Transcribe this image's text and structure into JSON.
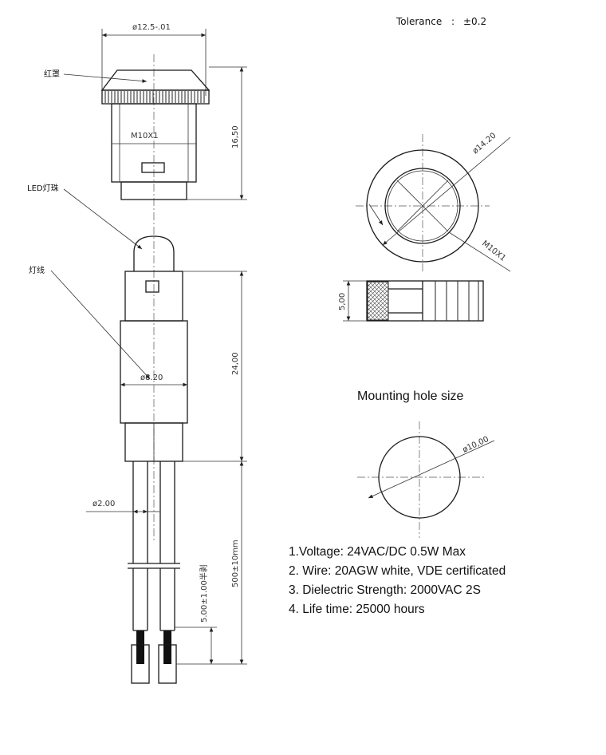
{
  "tolerance": {
    "label": "Tolerance",
    "sep": ":",
    "value": "±0.2"
  },
  "labels": {
    "red_cover": "红罩",
    "led_bead": "LED灯珠",
    "lamp_wire": "灯线"
  },
  "dimensions": {
    "top_width": "ø12.5-.01",
    "thread": "M10X1",
    "cap_height": "16,50",
    "body_dia": "ø8.20",
    "body_len": "24,00",
    "wire_dia": "ø2.00",
    "wire_len": "500±10mm",
    "strip_len": "5.00±1.00半剥",
    "face_dia": "ø14.20",
    "face_thread": "M10X1",
    "face_height": "5,00",
    "hole_dia": "ø10,00"
  },
  "mounting_title": "Mounting hole size",
  "notes": [
    "1.Voltage: 24VAC/DC 0.5W Max",
    "2. Wire: 20AGW white, VDE certificated",
    "3. Dielectric Strength: 2000VAC 2S",
    "4. Life time: 25000 hours"
  ]
}
